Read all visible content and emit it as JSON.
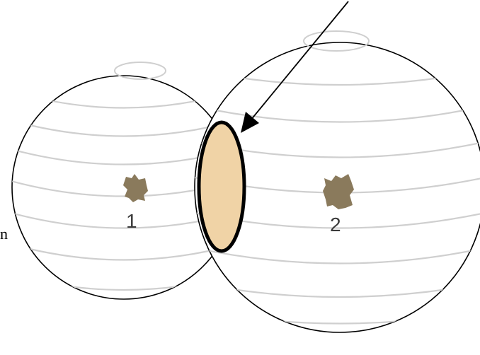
{
  "diagram": {
    "spheres": [
      {
        "label": "1"
      },
      {
        "label": "2"
      }
    ],
    "edge_text": "n"
  },
  "colors": {
    "background": "#ffffff",
    "outline": "#000000",
    "latitude_lines": "#cfcfcf",
    "overlap_fill": "#f0d3a6",
    "center_mark": "#8a7a5c",
    "label_text": "#3a3a3a"
  }
}
